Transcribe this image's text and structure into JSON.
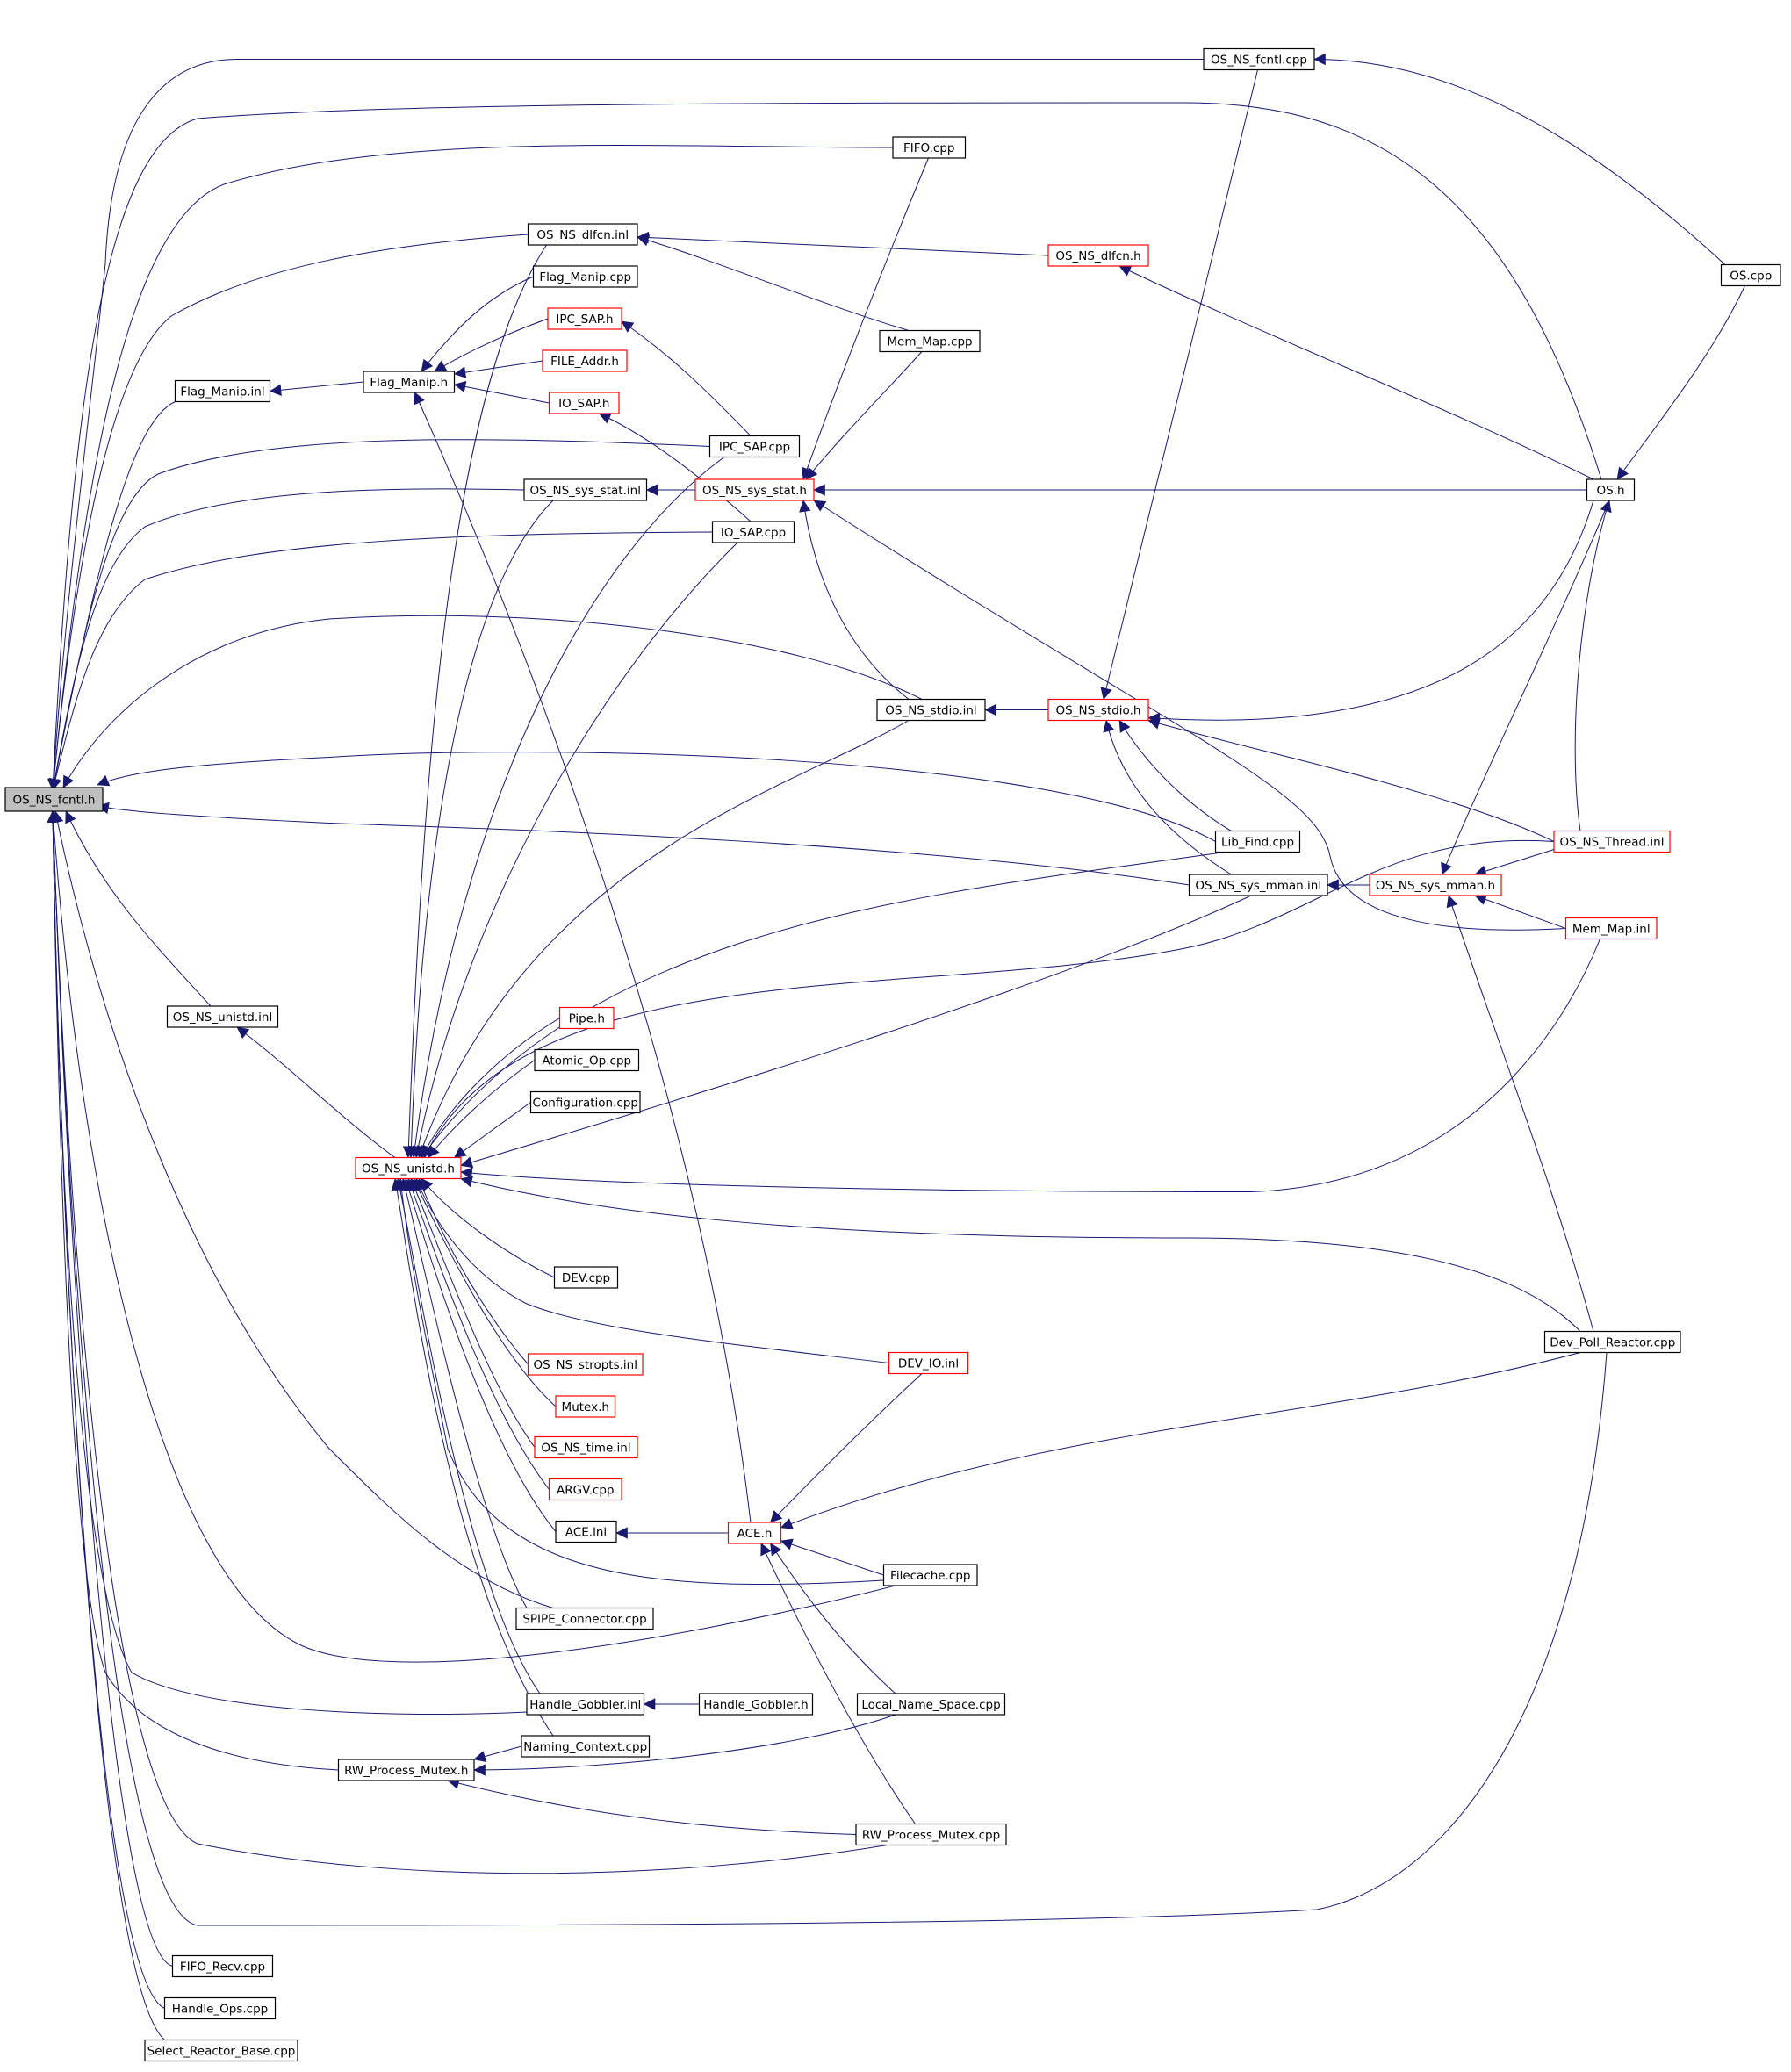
{
  "colors": {
    "edge": "#191970",
    "border_regular": "#000000",
    "border_truncated": "#ff0000",
    "focus_fill": "#bfbfbf",
    "node_fill": "#ffffff"
  },
  "nodes": [
    {
      "id": "root",
      "label": "OS_NS_fcntl.h",
      "style": "focus"
    },
    {
      "id": "os_ns_fcntl_cpp",
      "label": "OS_NS_fcntl.cpp",
      "style": "regular"
    },
    {
      "id": "fifo_cpp",
      "label": "FIFO.cpp",
      "style": "regular"
    },
    {
      "id": "os_ns_dlfcn_inl",
      "label": "OS_NS_dlfcn.inl",
      "style": "regular"
    },
    {
      "id": "os_ns_dlfcn_h",
      "label": "OS_NS_dlfcn.h",
      "style": "truncated"
    },
    {
      "id": "flag_manip_cpp",
      "label": "Flag_Manip.cpp",
      "style": "regular"
    },
    {
      "id": "ipc_sap_h",
      "label": "IPC_SAP.h",
      "style": "truncated"
    },
    {
      "id": "os_cpp",
      "label": "OS.cpp",
      "style": "regular"
    },
    {
      "id": "mem_map_cpp",
      "label": "Mem_Map.cpp",
      "style": "regular"
    },
    {
      "id": "file_addr_h",
      "label": "FILE_Addr.h",
      "style": "truncated"
    },
    {
      "id": "flag_manip_inl",
      "label": "Flag_Manip.inl",
      "style": "regular"
    },
    {
      "id": "flag_manip_h",
      "label": "Flag_Manip.h",
      "style": "regular"
    },
    {
      "id": "io_sap_h",
      "label": "IO_SAP.h",
      "style": "truncated"
    },
    {
      "id": "ipc_sap_cpp",
      "label": "IPC_SAP.cpp",
      "style": "regular"
    },
    {
      "id": "os_ns_sys_stat_inl",
      "label": "OS_NS_sys_stat.inl",
      "style": "regular"
    },
    {
      "id": "os_ns_sys_stat_h",
      "label": "OS_NS_sys_stat.h",
      "style": "truncated"
    },
    {
      "id": "os_h",
      "label": "OS.h",
      "style": "regular"
    },
    {
      "id": "io_sap_cpp",
      "label": "IO_SAP.cpp",
      "style": "regular"
    },
    {
      "id": "os_ns_stdio_inl",
      "label": "OS_NS_stdio.inl",
      "style": "regular"
    },
    {
      "id": "os_ns_stdio_h",
      "label": "OS_NS_stdio.h",
      "style": "truncated"
    },
    {
      "id": "lib_find_cpp",
      "label": "Lib_Find.cpp",
      "style": "regular"
    },
    {
      "id": "os_ns_thread_inl",
      "label": "OS_NS_Thread.inl",
      "style": "truncated"
    },
    {
      "id": "os_ns_sys_mman_inl",
      "label": "OS_NS_sys_mman.inl",
      "style": "regular"
    },
    {
      "id": "os_ns_sys_mman_h",
      "label": "OS_NS_sys_mman.h",
      "style": "truncated"
    },
    {
      "id": "mem_map_inl",
      "label": "Mem_Map.inl",
      "style": "truncated"
    },
    {
      "id": "os_ns_unistd_inl",
      "label": "OS_NS_unistd.inl",
      "style": "regular"
    },
    {
      "id": "pipe_h",
      "label": "Pipe.h",
      "style": "truncated"
    },
    {
      "id": "atomic_op_cpp",
      "label": "Atomic_Op.cpp",
      "style": "regular"
    },
    {
      "id": "configuration_cpp",
      "label": "Configuration.cpp",
      "style": "regular"
    },
    {
      "id": "os_ns_unistd_h",
      "label": "OS_NS_unistd.h",
      "style": "truncated"
    },
    {
      "id": "dev_cpp",
      "label": "DEV.cpp",
      "style": "regular"
    },
    {
      "id": "dev_poll_reactor_cpp",
      "label": "Dev_Poll_Reactor.cpp",
      "style": "regular"
    },
    {
      "id": "os_ns_stropts_inl",
      "label": "OS_NS_stropts.inl",
      "style": "truncated"
    },
    {
      "id": "dev_io_inl",
      "label": "DEV_IO.inl",
      "style": "truncated"
    },
    {
      "id": "mutex_h",
      "label": "Mutex.h",
      "style": "truncated"
    },
    {
      "id": "os_ns_time_inl",
      "label": "OS_NS_time.inl",
      "style": "truncated"
    },
    {
      "id": "argv_cpp",
      "label": "ARGV.cpp",
      "style": "truncated"
    },
    {
      "id": "ace_inl",
      "label": "ACE.inl",
      "style": "regular"
    },
    {
      "id": "ace_h",
      "label": "ACE.h",
      "style": "truncated"
    },
    {
      "id": "filecache_cpp",
      "label": "Filecache.cpp",
      "style": "regular"
    },
    {
      "id": "spipe_connector_cpp",
      "label": "SPIPE_Connector.cpp",
      "style": "regular"
    },
    {
      "id": "handle_gobbler_inl",
      "label": "Handle_Gobbler.inl",
      "style": "regular"
    },
    {
      "id": "handle_gobbler_h",
      "label": "Handle_Gobbler.h",
      "style": "regular"
    },
    {
      "id": "local_name_space_cpp",
      "label": "Local_Name_Space.cpp",
      "style": "regular"
    },
    {
      "id": "naming_context_cpp",
      "label": "Naming_Context.cpp",
      "style": "regular"
    },
    {
      "id": "rw_process_mutex_h",
      "label": "RW_Process_Mutex.h",
      "style": "regular"
    },
    {
      "id": "rw_process_mutex_cpp",
      "label": "RW_Process_Mutex.cpp",
      "style": "regular"
    },
    {
      "id": "fifo_recv_cpp",
      "label": "FIFO_Recv.cpp",
      "style": "regular"
    },
    {
      "id": "handle_ops_cpp",
      "label": "Handle_Ops.cpp",
      "style": "regular"
    },
    {
      "id": "select_reactor_base_cpp",
      "label": "Select_Reactor_Base.cpp",
      "style": "regular"
    }
  ]
}
